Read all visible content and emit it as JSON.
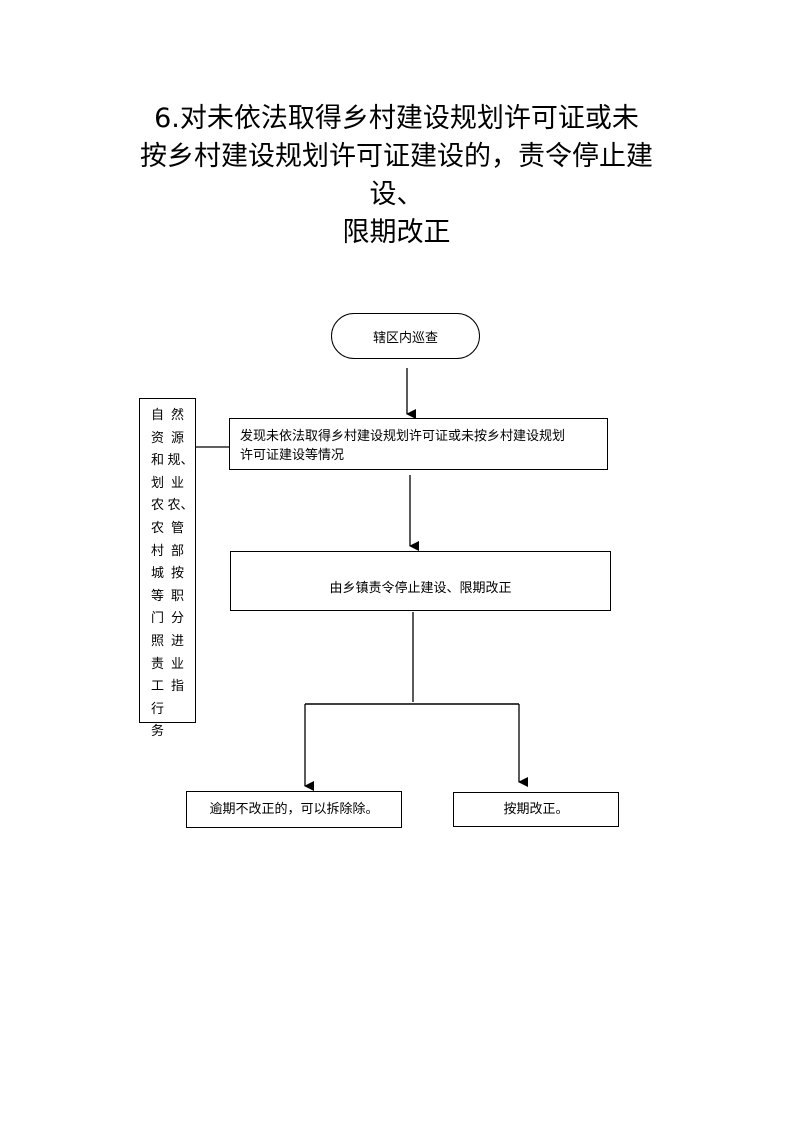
{
  "title": {
    "line1": "6.对未依法取得乡村建设规划许可证或未",
    "line2": "按乡村建设规划许可证建设的，责令停止建",
    "line3": "设、",
    "line4": "限期改正"
  },
  "flow": {
    "start": "辖区内巡查",
    "step1_line1": "发现未依法取得乡村建设规划许可证或未按乡村建设规划",
    "step1_line2": "许可证建设等情况",
    "step2": "由乡镇责令停止建设、限期改正",
    "branch_left": "逾期不改正的，可以拆除除。",
    "branch_right": "按期改正。"
  },
  "side_note": {
    "col1": "然源规、业农、管部按职分进业指",
    "col2": "自资和划农农村城等门照责工行务"
  }
}
